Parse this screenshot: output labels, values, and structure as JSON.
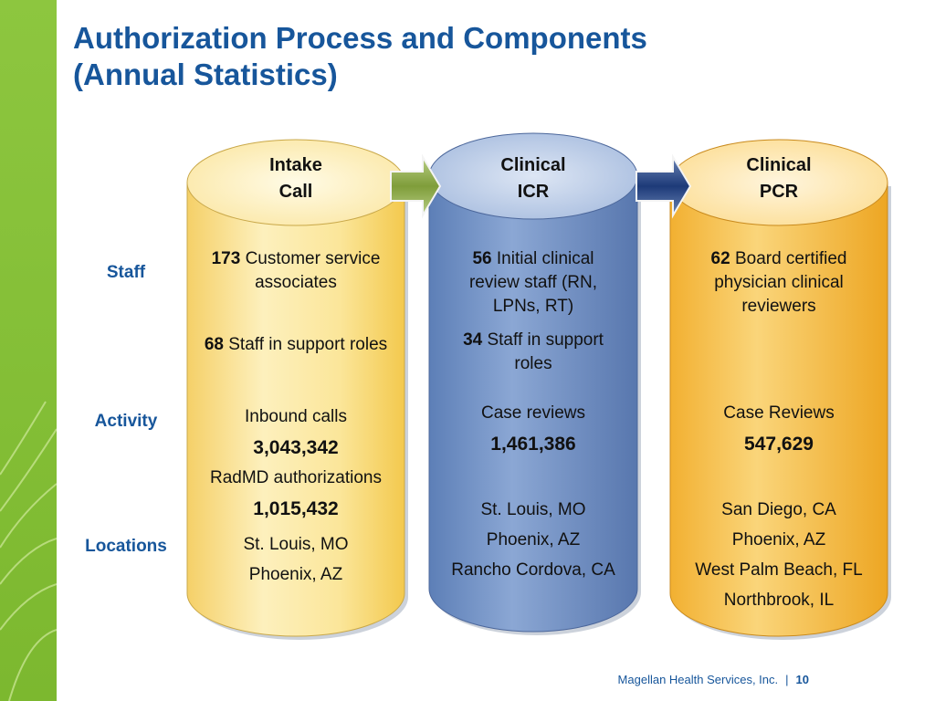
{
  "title": {
    "line1": "Authorization Process and Components",
    "line2": "(Annual Statistics)"
  },
  "row_labels": {
    "staff": "Staff",
    "activity": "Activity",
    "locations": "Locations"
  },
  "columns": [
    {
      "heading1": "Intake",
      "heading2": "Call",
      "color": "#f6d66f",
      "staff1_num": "173",
      "staff1_text": "Customer service associates",
      "staff2_num": "68",
      "staff2_text": "Staff in support roles",
      "activity1_label": "Inbound calls",
      "activity1_value": "3,043,342",
      "activity2_label": "RadMD authorizations",
      "activity2_value": "1,015,432",
      "locations": [
        "St. Louis, MO",
        "Phoenix, AZ"
      ]
    },
    {
      "heading1": "Clinical",
      "heading2": "ICR",
      "color": "#6e8ec3",
      "staff1_num": "56",
      "staff1_text": "Initial clinical review staff (RN, LPNs, RT)",
      "staff2_num": "34",
      "staff2_text": "Staff in support roles",
      "activity1_label": "Case reviews",
      "activity1_value": "1,461,386",
      "locations": [
        "St. Louis, MO",
        "Phoenix, AZ",
        "Rancho Cordova, CA"
      ]
    },
    {
      "heading1": "Clinical",
      "heading2": "PCR",
      "color": "#f1b12f",
      "staff1_num": "62",
      "staff1_text": "Board certified physician clinical reviewers",
      "activity1_label": "Case Reviews",
      "activity1_value": "547,629",
      "locations": [
        "San Diego, CA",
        "Phoenix, AZ",
        "West Palm Beach, FL",
        "Northbrook, IL"
      ]
    }
  ],
  "footer": {
    "company": "Magellan Health Services, Inc.",
    "separator": "|",
    "page": "10"
  }
}
